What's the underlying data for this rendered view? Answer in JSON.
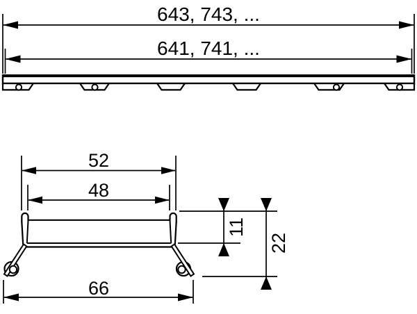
{
  "top_view": {
    "outer_length_label": "643, 743, ...",
    "inner_length_label": "641, 741, ..."
  },
  "cross_section": {
    "outer_width_label": "52",
    "inner_width_label": "48",
    "base_width_label": "66",
    "inner_depth_label": "11",
    "total_height_label": "22"
  },
  "colors": {
    "line": "#000000",
    "background": "#ffffff"
  }
}
